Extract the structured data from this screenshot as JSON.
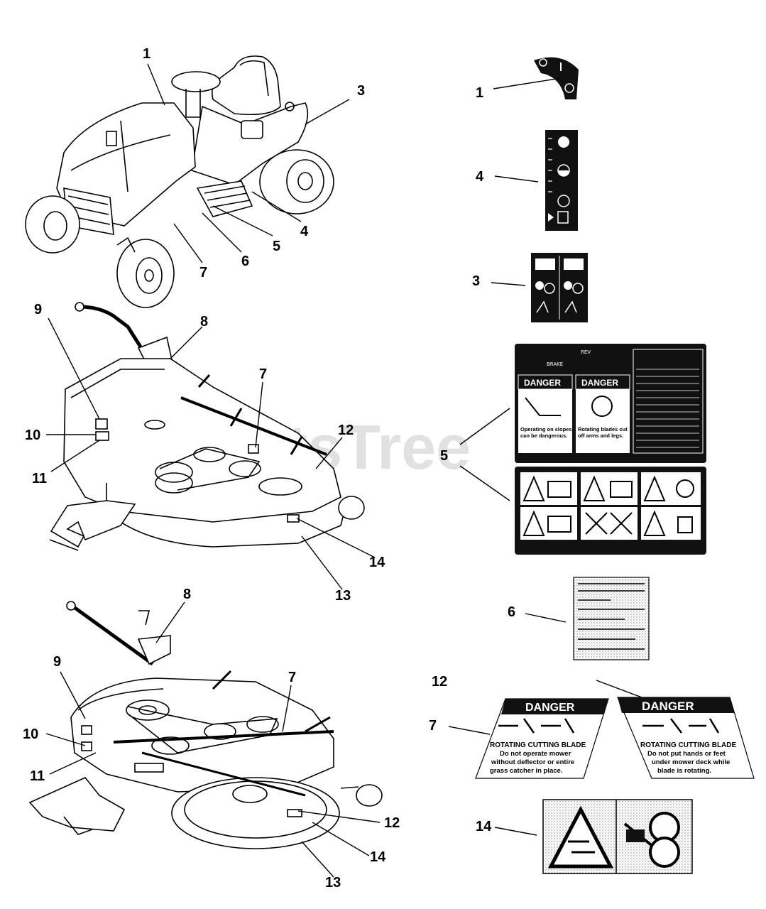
{
  "watermark": "PartsTree",
  "callouts": {
    "tractor": [
      "1",
      "3",
      "4",
      "5",
      "6",
      "7"
    ],
    "deck_upper": [
      "9",
      "8",
      "7",
      "10",
      "11",
      "12",
      "14",
      "13"
    ],
    "deck_lower": [
      "8",
      "9",
      "7",
      "10",
      "11",
      "12",
      "14",
      "13"
    ],
    "decals": [
      "1",
      "4",
      "3",
      "5",
      "6",
      "12",
      "7",
      "14"
    ]
  },
  "decals": {
    "danger_word": "DANGER",
    "rotating_blade_title": "ROTATING CUTTING BLADE",
    "decal7_line1": "Do not operate mower",
    "decal7_line2": "without deflector or entire",
    "decal7_line3": "grass catcher in place.",
    "decal12_line1": "Do not put hands or feet",
    "decal12_line2": "under mower deck while",
    "decal12_line3": "blade is rotating.",
    "decal5_danger1_text1": "Operating on slopes",
    "decal5_danger1_text2": "can be dangerous.",
    "decal5_danger2_text1": "Rotating blades cut",
    "decal5_danger2_text2": "off arms and legs.",
    "decal5_brake": "BRAKE",
    "decal5_rev": "REV"
  }
}
